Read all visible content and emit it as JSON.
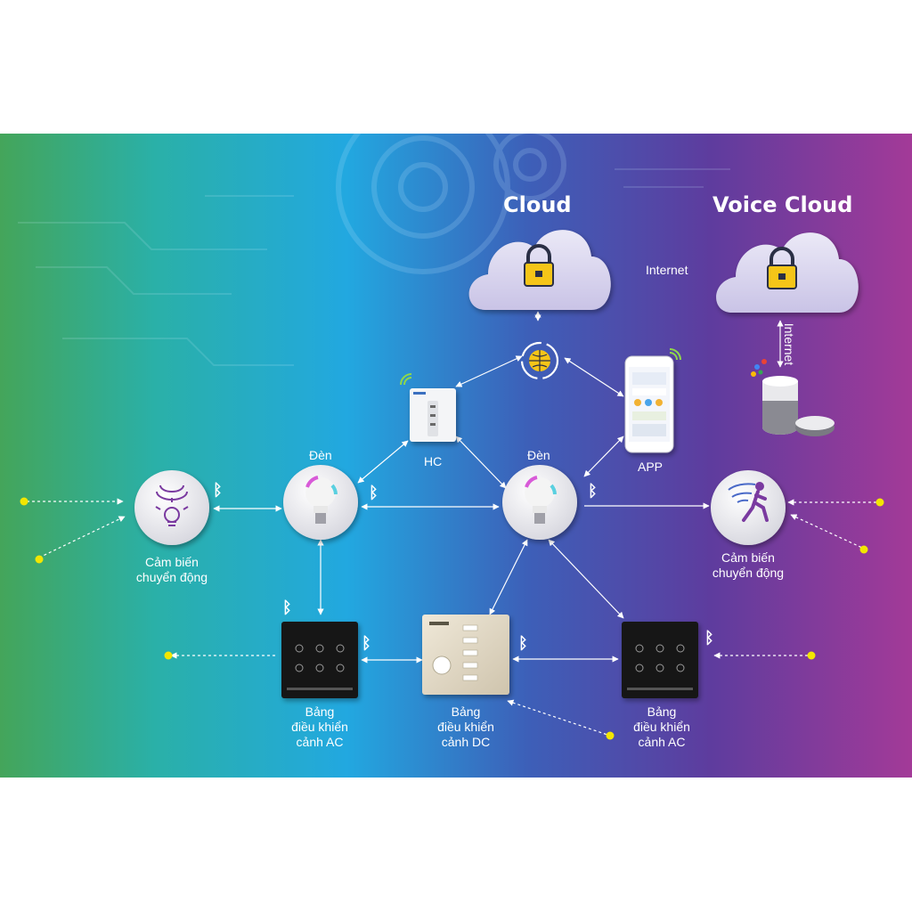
{
  "titles": {
    "cloud": "Cloud",
    "voice_cloud": "Voice Cloud"
  },
  "links": {
    "internet_horizontal": "Internet",
    "internet_vertical": "Internet"
  },
  "nodes": {
    "hc": "HC",
    "app": "APP",
    "bulb_left": "Đèn",
    "bulb_center": "Đèn",
    "sensor_left": {
      "line1": "Cảm biến",
      "line2": "chuyển động"
    },
    "sensor_right": {
      "line1": "Cảm biến",
      "line2": "chuyển động"
    },
    "panel_ac_left": {
      "line1": "Bảng",
      "line2": "điều khiển",
      "line3": "cảnh AC"
    },
    "panel_dc": {
      "line1": "Bảng",
      "line2": "điều khiển",
      "line3": "cảnh DC"
    },
    "panel_ac_right": {
      "line1": "Bảng",
      "line2": "điều khiển",
      "line3": "cảnh AC"
    }
  },
  "icons": {
    "bluetooth": "bluetooth-icon",
    "lock": "lock-icon",
    "globe": "globe-sync-icon",
    "wifi": "wifi-icon"
  },
  "colors": {
    "bg_left": "#3fa35a",
    "bg_mid_left": "#1fa8d8",
    "bg_mid": "#3a6fc0",
    "bg_mid_right": "#5a3a9a",
    "bg_right": "#a03a9a",
    "cloud": "#d8d4ee",
    "lock": "#f5c518",
    "dot": "#f2e600"
  }
}
